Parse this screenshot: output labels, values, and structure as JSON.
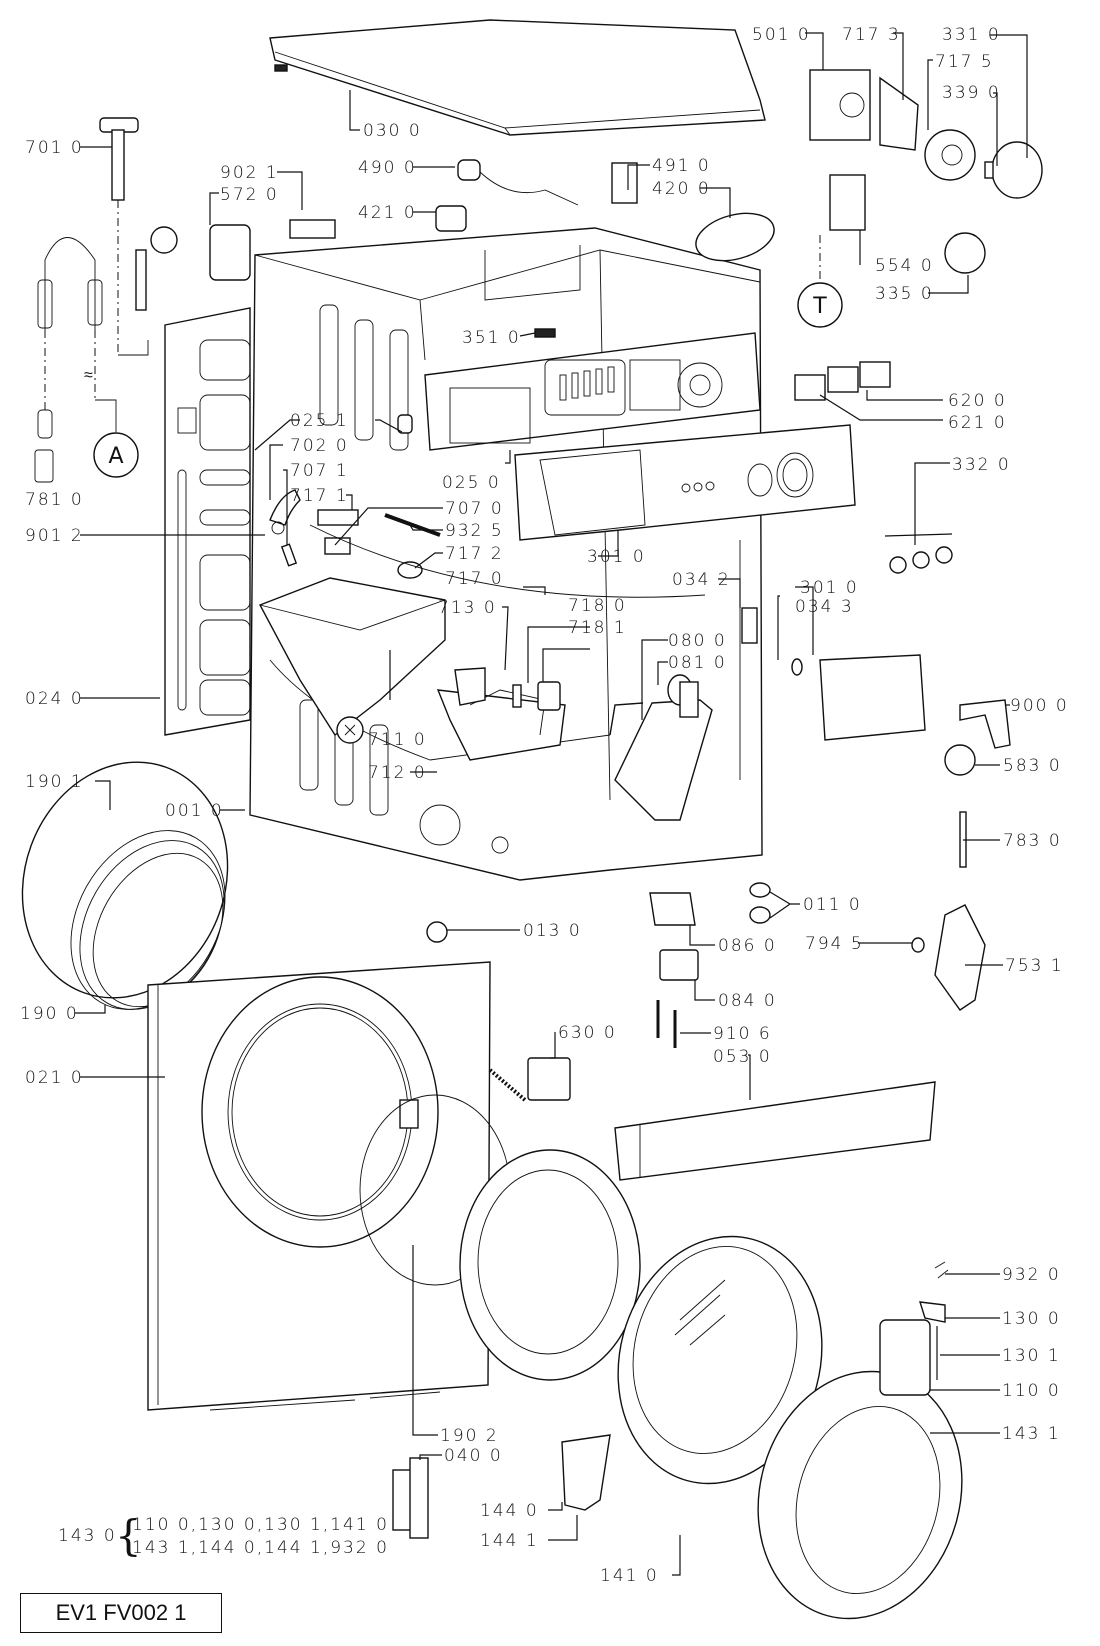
{
  "diagram_title": "Washing machine exploded parts view",
  "drawing_code": "EV1 FV002 1",
  "callouts": {
    "c0300": "030 0",
    "c7010": "701 0",
    "c9021": "902 1",
    "c5720": "572 0",
    "c4900": "490 0",
    "c4210": "421 0",
    "c4910": "491 0",
    "c4200": "420 0",
    "c5010": "501 0",
    "c7173": "717 3",
    "c3310": "331 0",
    "c7175": "717 5",
    "c3390": "339 0",
    "c5540": "554 0",
    "c3350": "335 0",
    "c3510": "351 0",
    "c6200": "620 0",
    "c6210": "621 0",
    "c3320": "332 0",
    "c0251": "025 1",
    "c7020": "702 0",
    "c7071": "707 1",
    "c7171": "717 1",
    "c7810": "781 0",
    "c9012": "901 2",
    "c0250": "025 0",
    "c7070": "707 0",
    "c9325": "932 5",
    "c7172": "717 2",
    "c7170": "717 0",
    "c3010a": "301 0",
    "c0342": "034 2",
    "c3010b": "301 0",
    "c0343": "034 3",
    "c7130": "713 0",
    "c7180": "718 0",
    "c7181": "718 1",
    "c0800": "080 0",
    "c0810": "081 0",
    "c0240": "024 0",
    "c7110": "711 0",
    "c7120": "712 0",
    "c9000": "900 0",
    "c5830": "583 0",
    "c1901": "190 1",
    "c0010": "001 0",
    "c7830": "783 0",
    "c0110": "011 0",
    "c0130": "013 0",
    "c0860": "086 0",
    "c7945": "794 5",
    "c7531": "753 1",
    "c0840": "084 0",
    "c1900": "190 0",
    "c6300": "630 0",
    "c9106": "910 6",
    "c0530": "053 0",
    "c0210": "021 0",
    "c9320": "932 0",
    "c1300": "130 0",
    "c1301": "130 1",
    "c1100": "110 0",
    "c1902": "190 2",
    "c1431": "143 1",
    "c0400": "040 0",
    "c1440": "144 0",
    "c1441": "144 1",
    "c1410": "141 0"
  },
  "markers": {
    "a": "A",
    "t": "T"
  },
  "kit": {
    "label": "143 0",
    "line1": "110 0,130 0,130 1,141 0",
    "line2": "143 1,144 0,144 1,932 0"
  }
}
